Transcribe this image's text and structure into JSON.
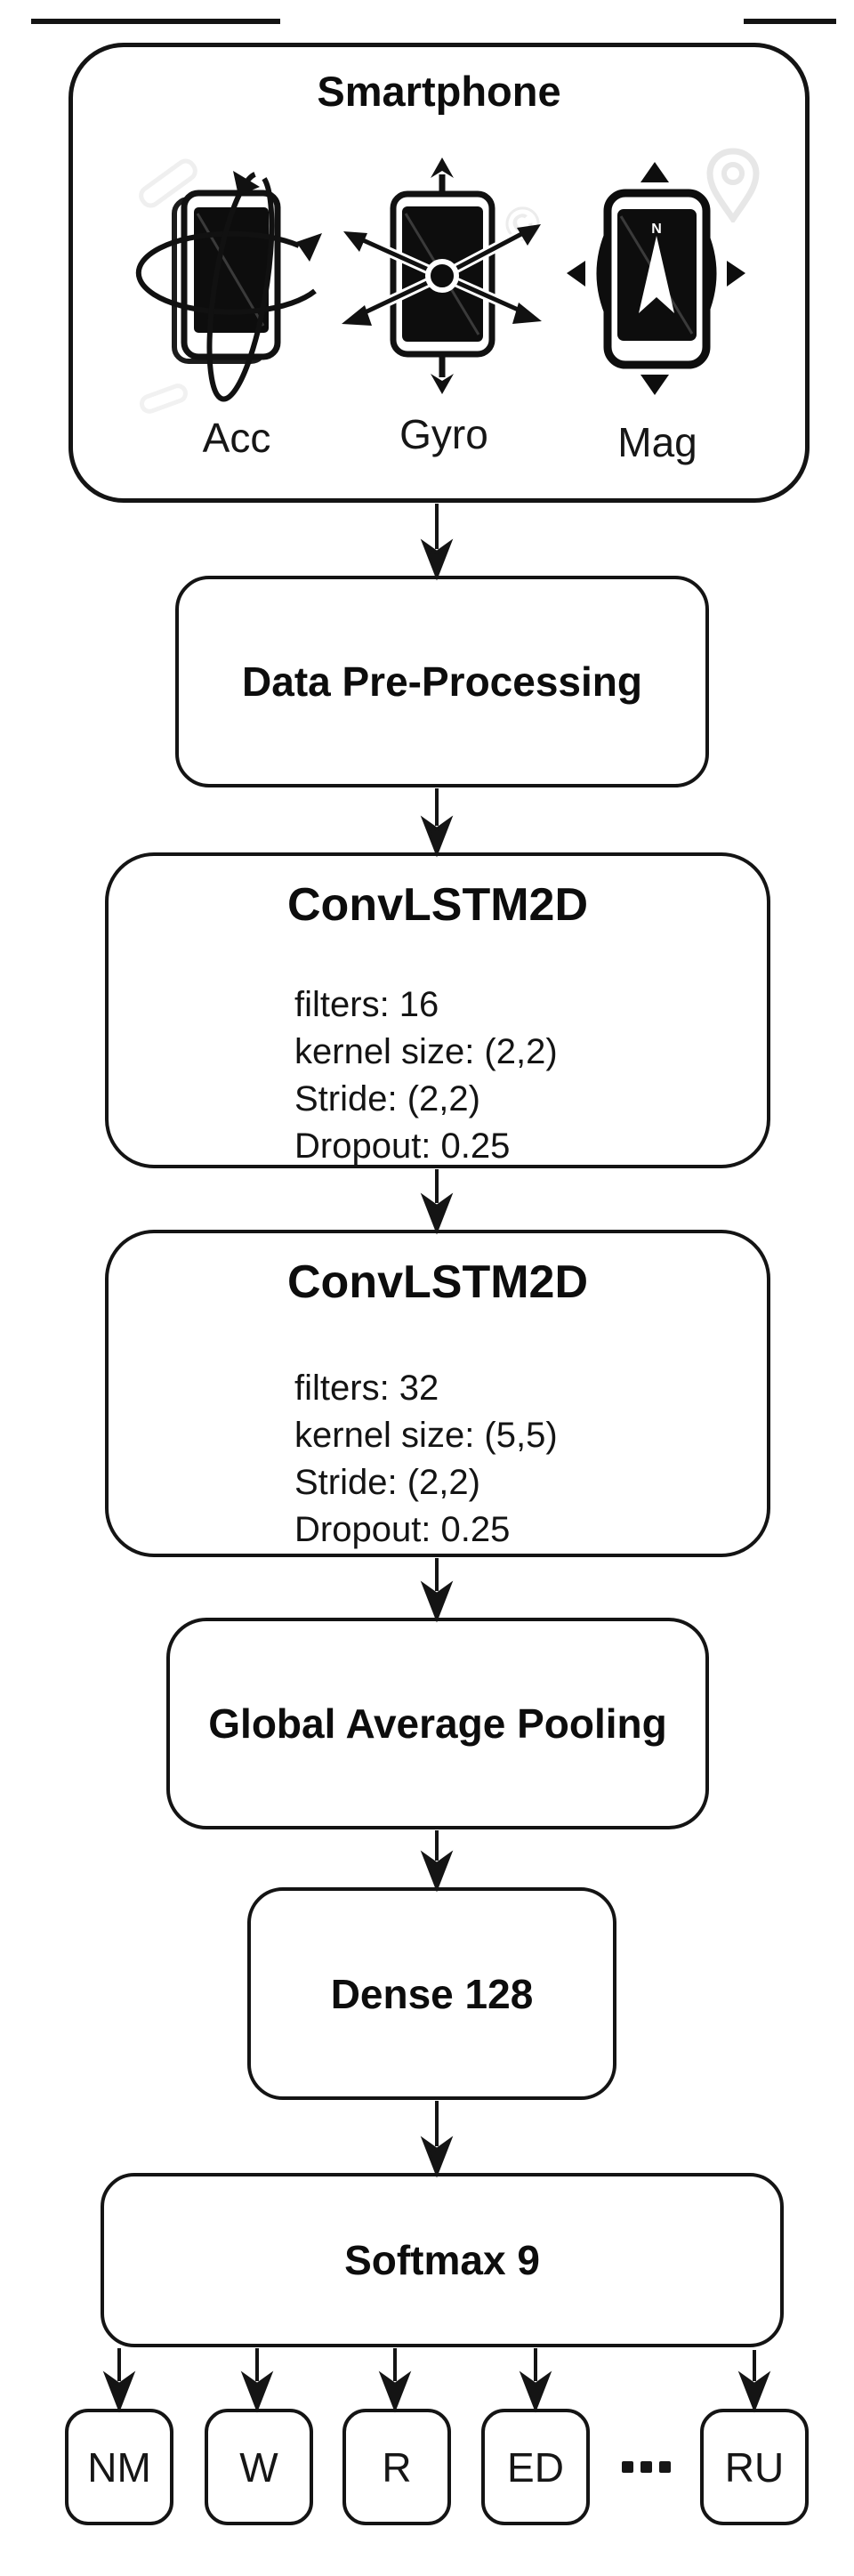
{
  "smartphone": {
    "title": "Smartphone",
    "sensors": [
      {
        "label": "Acc"
      },
      {
        "label": "Gyro"
      },
      {
        "label": "Mag"
      }
    ]
  },
  "nodes": {
    "preprocess": {
      "title": "Data Pre-Processing"
    },
    "conv1": {
      "title": "ConvLSTM2D",
      "params": [
        "filters: 16",
        "kernel size: (2,2)",
        "Stride: (2,2)",
        "Dropout: 0.25"
      ]
    },
    "conv2": {
      "title": "ConvLSTM2D",
      "params": [
        "filters: 32",
        "kernel size: (5,5)",
        "Stride: (2,2)",
        "Dropout: 0.25"
      ]
    },
    "gap": {
      "title": "Global Average Pooling"
    },
    "dense": {
      "title": "Dense 128"
    },
    "softmax": {
      "title": "Softmax 9"
    }
  },
  "outputs": [
    "NM",
    "W",
    "R",
    "ED",
    "RU"
  ],
  "ellipsis": "..."
}
